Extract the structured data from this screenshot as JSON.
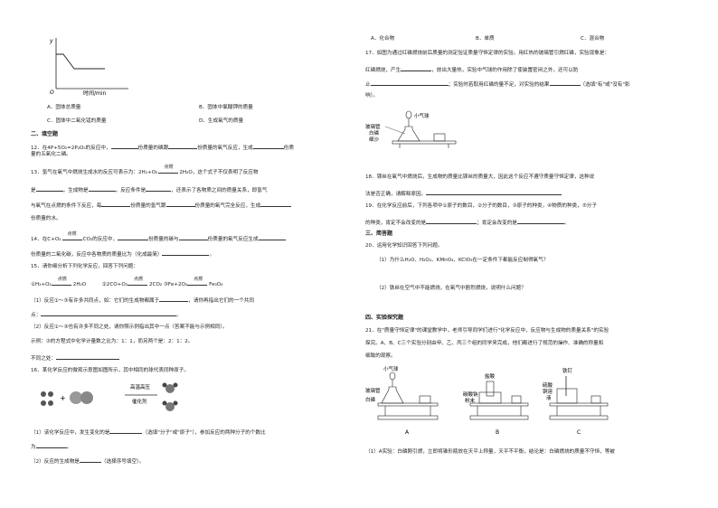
{
  "left": {
    "graph": {
      "y_axis": "y",
      "x_axis": "时间/min",
      "origin": "O"
    },
    "q_opts": {
      "a": "A．固体总质量",
      "b": "B．固体中氯酸钾的质量",
      "c": "C．固体中二氧化锰的质量",
      "d": "D．生成氧气的质量"
    },
    "sec2": "二、填空题",
    "q12": {
      "l1a": "12．在4P+5O₂=2P₂O₅的反应中，",
      "l1b": "份质量的磷跟",
      "l1c": "份质量的氧气反应，生成",
      "l1d": "份质",
      "l2": "量的五氧化二磷。"
    },
    "q13": {
      "l1a": "13．氢气在氧气中燃烧生成水的反应可表示为：2H₂+O₂",
      "cond": "点燃",
      "l1b": "2H₂O，这个式子不仅表明了反应物",
      "l2a": "是",
      "l2b": "，生成物是",
      "l2c": "，反应条件是",
      "l2d": "，还表示了各物质之间的质量关系，即氢气",
      "l3a": "与氧气在点燃的条件下反应，每",
      "l3b": "份质量的氢气跟",
      "l3c": "份质量的氧气完全反应，生成",
      "l4": "份质量的水。"
    },
    "q14": {
      "l1a": "14．在C+O₂",
      "cond": "点燃",
      "l1b": "CO₂的反应中，",
      "l1c": "份质量的碳与",
      "l1d": "份质量的氧气反应生成",
      "l2a": "份质量的二氧化碳，反应中各物质的质量比为（化成最简）",
      "l2b": "。"
    },
    "q15": {
      "l1": "15．请你细分析下列化学反应，回答下列问题：",
      "r1": "①H₂+O₂",
      "r2": "2H₂O",
      "r3": "②2CO+O₂",
      "r4": "2CO₂ ③Fe+2O₂",
      "r5": "Fe₃O₄",
      "cond": "点燃",
      "p1a": "（1）反应①～③有许多共同点，如：它们的生成物都属于",
      "p1b": "，请你再指出它们的一个共同",
      "p1c": "点：",
      "p1d": "。",
      "p2": "（2）反应①～③也有许多不同之处，请你照示例指出其中一点（答案不能与示例相同）。",
      "ex": "示例：③的方程式中化学计量数之比为：1：1，而另两个是：2：1：2。",
      "diff": "不同之处："
    },
    "q16": {
      "l1": "16．某化学反应的微观示意图如图所示，其中相同的球代表同种原子。",
      "cond_top": "高温高压",
      "cond_bot": "催化剂",
      "p1a": "（1）该化学反应中，发生变化的是",
      "p1b": "（选填\"分子\"或\"原子\"），参加反应的两种分子的个数比",
      "p1c": "为",
      "p1d": "。",
      "p2a": "（2）反应的生成物是",
      "p2b": "（选择序号填空）。"
    }
  },
  "right": {
    "opts_top": {
      "a": "A．化合物",
      "b": "B．单质",
      "c": "C．混合物"
    },
    "q17": {
      "l1": "17．如图为通过红磷燃烧前后质量的测定验证质量守恒定律的实验。用红热的玻璃管引燃红磷，实验现象是：",
      "l2a": "红磷燃烧，产生",
      "l2b": "，放出大量热，实验中气球的作用除了使装置密闭之外，还可以防",
      "l3a": "止",
      "l3b": "；实验时若取用红磷的量不足，对实验的结果",
      "l3c": "（选填\"有\"或\"没有\"影",
      "l4": "响）。",
      "lbl_glass": "玻璃管",
      "lbl_p": "白磷",
      "lbl_sand": "细沙",
      "lbl_balloon": "小气球"
    },
    "q18": {
      "l1": "18．镁丝在氧气中燃烧后，生成物的质量比镁丝的质量大，因此这个反应不遵守质量守恒定律，这种说",
      "l2a": "法是否正确，请解释原因。",
      "l2b": ""
    },
    "q19": {
      "l1": "19．在化学反应前后，下列各项中①原子的数目，②分子的数目，③原子的种类，④物质的种类，⑤分子",
      "l2a": "的种类，肯定不会改变的是",
      "l2b": "；肯定会改变的是",
      "l2c": "。"
    },
    "sec3": "三、简答题",
    "q20": {
      "l1": "20．运用化学知识回答下列问题。",
      "p1": "（1）为什么H₂O、H₂O₂、KMnO₄、KClO₃在一定条件下都能反应制得氧气？",
      "p2": "（2）铁丝在空气中不能燃烧，在氧气中剧烈燃烧，说明什么问题？"
    },
    "sec4": "四、实验探究题",
    "q21": {
      "l1": "21．在\"质量守恒定律\"的课堂教学中，老师引导同学们进行\"化学反应中，反应物与生成物的质量关系\"的实验",
      "l2": "探究。A、B、C三个实验分别由甲、乙、丙三个组的同学来完成，他们都进行了规范的操作、准确的称量和",
      "l3": "细致的观察。",
      "lbl_balloon": "小气球",
      "lbl_hcl": "盐酸",
      "lbl_nail": "铁钉",
      "lbl_glass": "玻璃管",
      "lbl_p": "白磷",
      "lbl_na2co3a": "碳酸钠",
      "lbl_na2co3b": "粉末",
      "lbl_cuso4a": "硫酸",
      "lbl_cuso4b": "铜溶",
      "lbl_cuso4c": "液",
      "cap_a": "A",
      "cap_b": "B",
      "cap_c": "C",
      "p1a": "（1）A实验：白磷刚引燃，立即将锥形瓶放在天平上称量，天平不平衡，结论是：白磷燃烧的质量不守恒，等被"
    }
  }
}
